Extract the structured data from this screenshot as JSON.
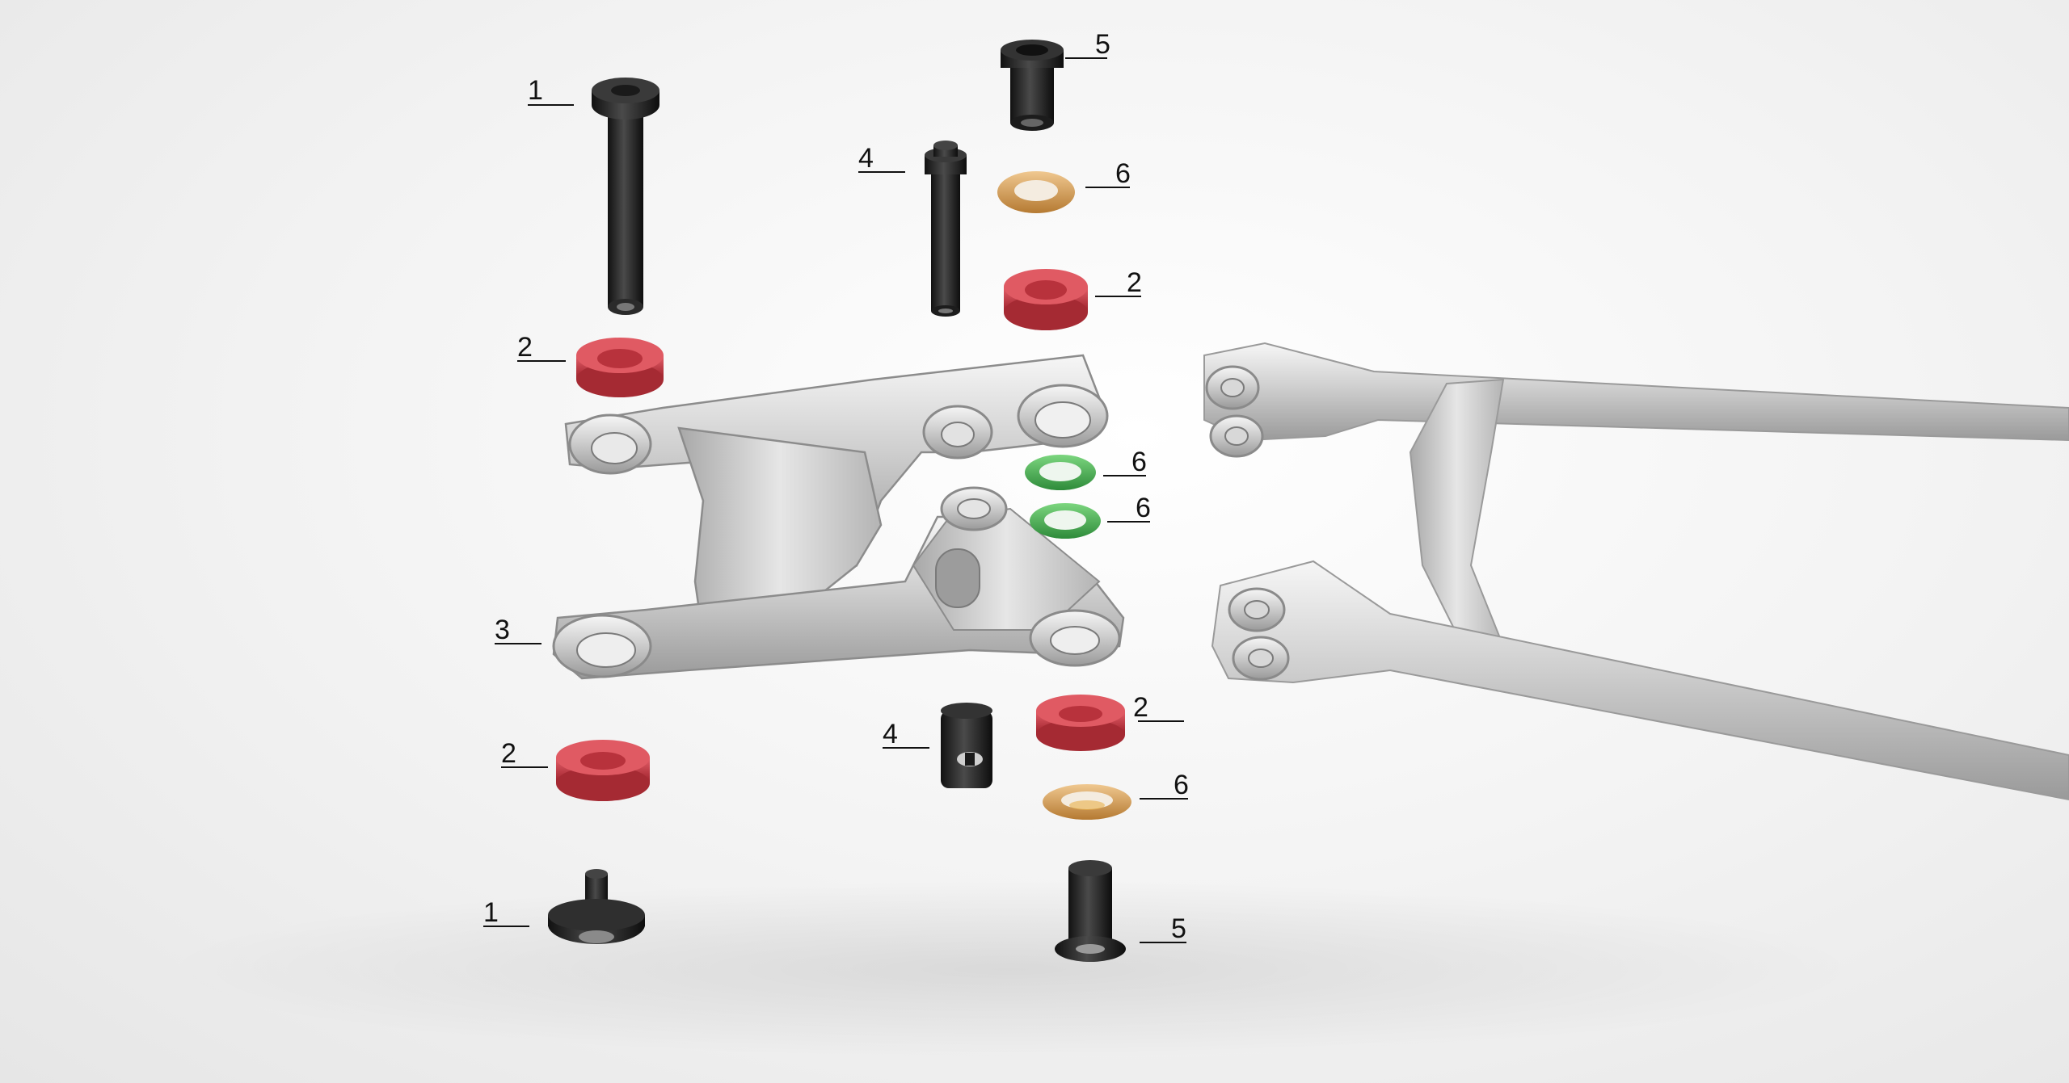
{
  "colors": {
    "background": "#f0f0f0",
    "aluminum": "#c8c8c8",
    "aluminum_dark": "#8e8e8e",
    "aluminum_light": "#f4f4f4",
    "anodized_red": "#d0404a",
    "anodized_red_dark": "#8e1f27",
    "gold_washer": "#d9a35c",
    "green_washer": "#4caf50",
    "black_hardware": "#1c1c1c",
    "callout_text": "#111111"
  },
  "callouts": [
    {
      "id": "c1-top",
      "label": "1"
    },
    {
      "id": "c5-top",
      "label": "5"
    },
    {
      "id": "c4-top",
      "label": "4"
    },
    {
      "id": "c6-top",
      "label": "6"
    },
    {
      "id": "c2-right-top",
      "label": "2"
    },
    {
      "id": "c2-left-top",
      "label": "2"
    },
    {
      "id": "c6-green-a",
      "label": "6"
    },
    {
      "id": "c6-green-b",
      "label": "6"
    },
    {
      "id": "c3",
      "label": "3"
    },
    {
      "id": "c2-right-bottom",
      "label": "2"
    },
    {
      "id": "c4-bottom",
      "label": "4"
    },
    {
      "id": "c2-left-bottom",
      "label": "2"
    },
    {
      "id": "c6-bottom",
      "label": "6"
    },
    {
      "id": "c1-bottom",
      "label": "1"
    },
    {
      "id": "c5-bottom",
      "label": "5"
    }
  ]
}
